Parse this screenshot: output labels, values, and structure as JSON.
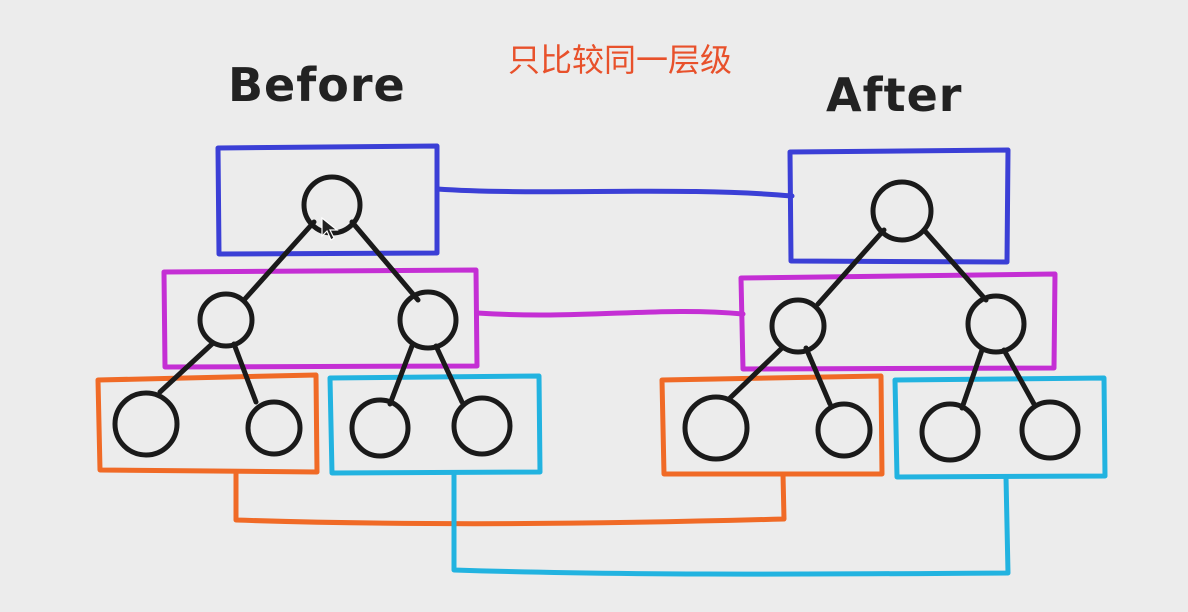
{
  "caption": "只比较同一层级",
  "trees": {
    "before_title": "Before",
    "after_title": "After"
  },
  "colors": {
    "caption": "#e8512b",
    "level1": "#3b3fd6",
    "level2": "#c42fd4",
    "level3_left": "#f06a26",
    "level3_right": "#22b3e0",
    "node": "#1a1a1a"
  }
}
